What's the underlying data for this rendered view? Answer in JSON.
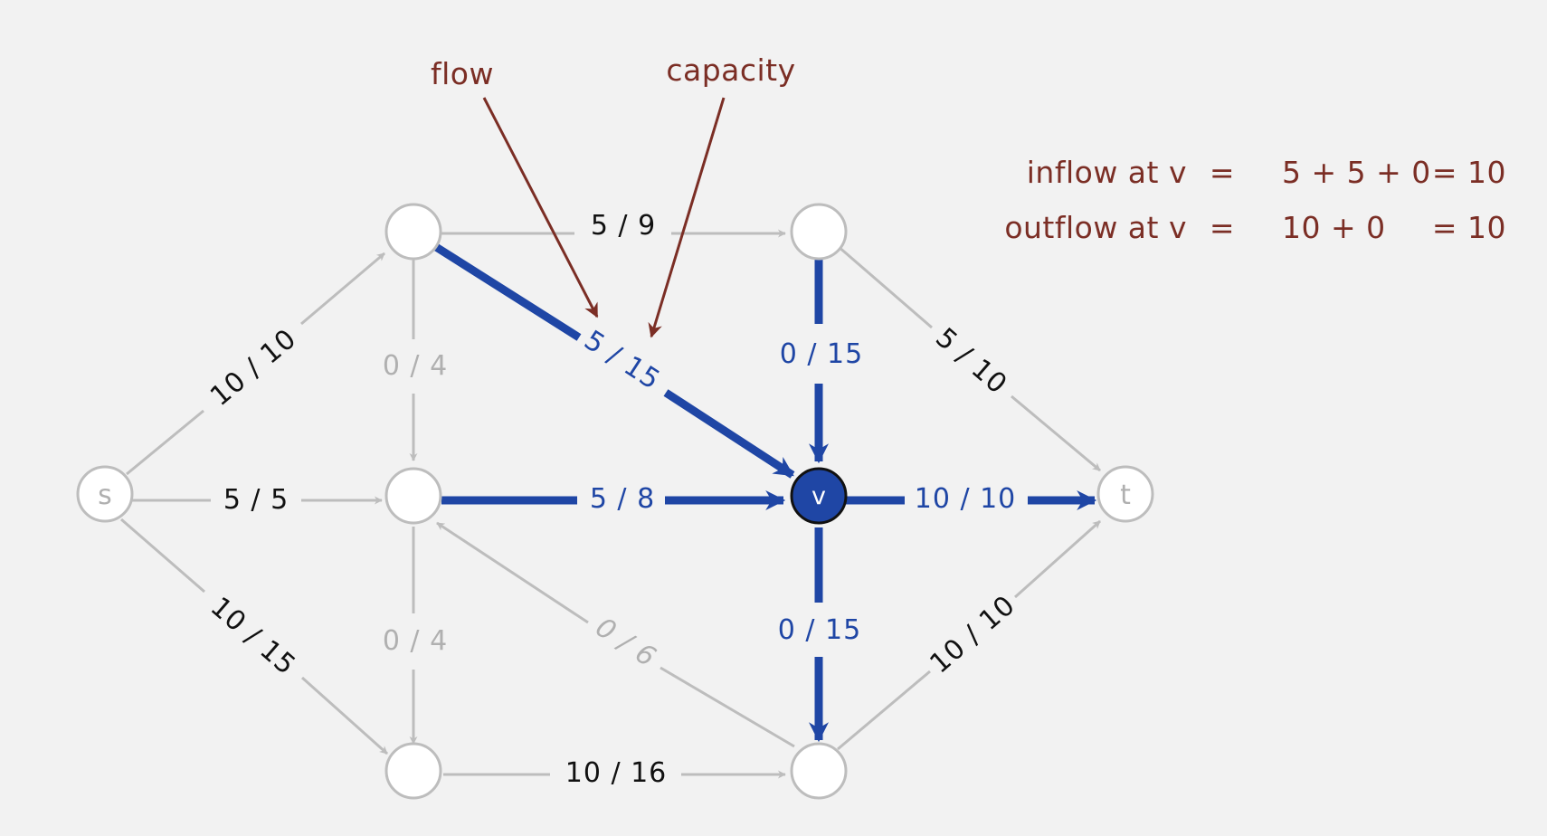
{
  "colors": {
    "background": "#f2f2f2",
    "gray": "#bdbdbd",
    "gray_text": "#b0b0b0",
    "blue": "#1f46a5",
    "black_text": "#111111",
    "annotation": "#7b2e25",
    "node_fill": "#ffffff"
  },
  "nodes": {
    "s": "s",
    "v": "v",
    "t": "t"
  },
  "edges": {
    "s_a": "10 / 10",
    "s_b": "5 / 5",
    "s_c": "10 / 15",
    "a_d": "5 / 9",
    "a_b": "0 / 4",
    "a_v": "5 / 15",
    "b_v": "5 / 8",
    "b_c": "0 / 4",
    "e_b": "0 / 6",
    "c_e": "10 / 16",
    "d_v": "0 / 15",
    "d_t": "5 / 10",
    "v_t": "10 / 10",
    "v_e": "0 / 15",
    "e_t": "10 / 10"
  },
  "annotations": {
    "flow": "flow",
    "capacity": "capacity"
  },
  "equations": {
    "inflow_lhs": "inflow at v",
    "inflow_eq": "=",
    "inflow_terms": "5 + 5 + 0",
    "inflow_result": "= 10",
    "outflow_lhs": "outflow at v",
    "outflow_eq": "=",
    "outflow_terms": "10 + 0",
    "outflow_result": "= 10"
  }
}
